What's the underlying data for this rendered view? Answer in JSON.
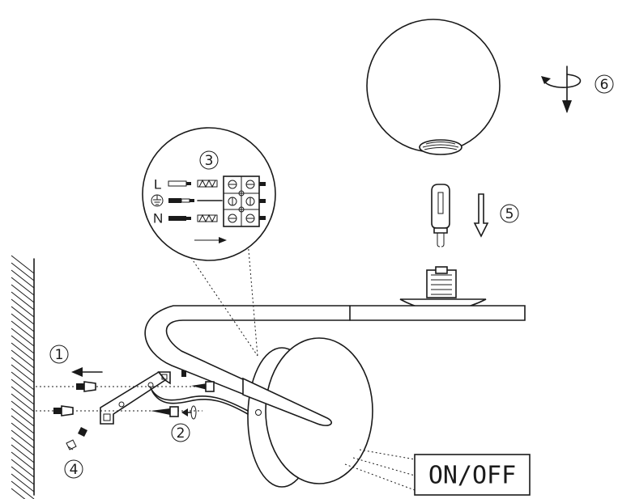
{
  "steps": [
    "1",
    "2",
    "3",
    "4",
    "5",
    "6"
  ],
  "wiring": {
    "live_label": "L",
    "neutral_label": "N",
    "earth_symbol": "earth-ground-icon"
  },
  "switch_label": "ON/OFF",
  "colors": {
    "line": "#1a1a1a",
    "background": "#ffffff"
  }
}
